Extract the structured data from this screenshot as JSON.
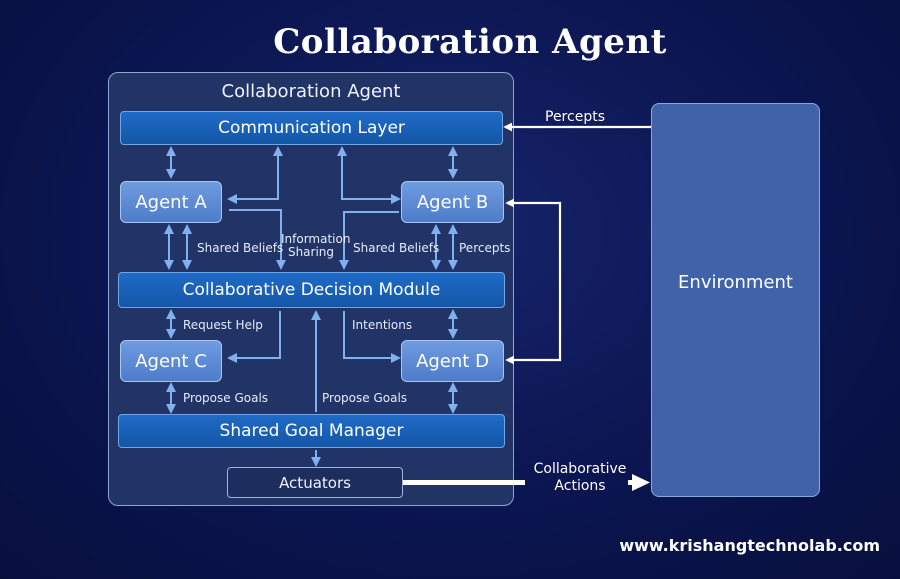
{
  "title": "Collaboration Agent",
  "frame": {
    "title": "Collaboration Agent",
    "communication_layer": "Communication Layer",
    "decision_module": "Collaborative Decision Module",
    "goal_manager": "Shared Goal Manager",
    "actuators": "Actuators"
  },
  "agents": {
    "a": "Agent A",
    "b": "Agent B",
    "c": "Agent C",
    "d": "Agent D"
  },
  "labels": {
    "shared_beliefs_left": "Shared Beliefs",
    "information_sharing_1": "Information",
    "information_sharing_2": "Sharing",
    "shared_beliefs_right": "Shared Beliefs",
    "percepts_inner": "Percepts",
    "request_help": "Request Help",
    "intentions": "Intentions",
    "propose_goals_left": "Propose Goals",
    "propose_goals_right": "Propose Goals"
  },
  "environment": {
    "label": "Environment",
    "percepts": "Percepts",
    "collab_actions_1": "Collaborative",
    "collab_actions_2": "Actions"
  },
  "footer": "www.krishangtechnolab.com",
  "colors": {
    "background": "#0b1550",
    "frame": "#223466",
    "bar": "#1f6bc7",
    "agent": "#5f8cd6",
    "environment": "#3f62a8",
    "arrow": "#7fb0f0"
  }
}
